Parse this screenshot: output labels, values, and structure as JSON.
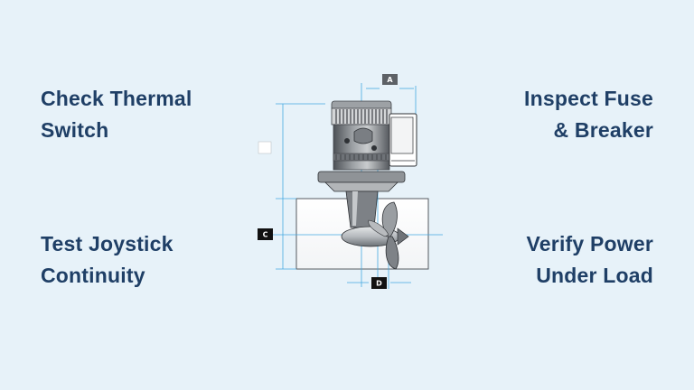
{
  "steps": {
    "top_left": [
      "Check Thermal",
      "Switch"
    ],
    "top_right": [
      "Inspect Fuse",
      "& Breaker"
    ],
    "bottom_left": [
      "Test Joystick",
      "Continuity"
    ],
    "bottom_right": [
      "Verify Power",
      "Under Load"
    ]
  },
  "diagram": {
    "dimension_labels": {
      "a": "A",
      "b": "",
      "c": "C",
      "d": "D"
    }
  },
  "colors": {
    "background": "#e7f2f9",
    "heading_text": "#1f3f66",
    "dimension_lines": "#45a9e0",
    "metal_dark": "#5a5e63",
    "metal_light": "#c4c7ca"
  }
}
